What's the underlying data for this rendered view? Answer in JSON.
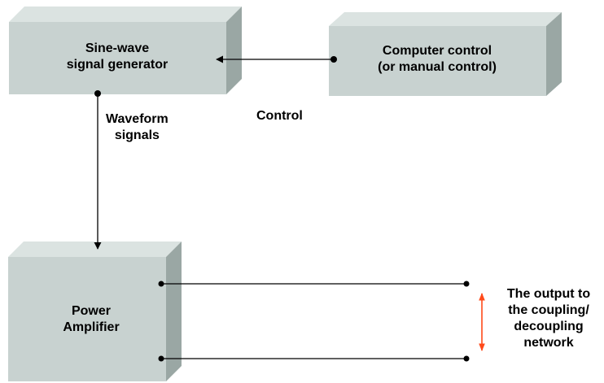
{
  "boxes": {
    "sine_generator": {
      "line1": "Sine-wave",
      "line2": "signal generator"
    },
    "computer_control": {
      "line1": "Computer control",
      "line2": "(or manual control)"
    },
    "power_amplifier": {
      "line1": "Power",
      "line2": "Amplifier"
    }
  },
  "labels": {
    "control": "Control",
    "waveform": {
      "line1": "Waveform",
      "line2": "signals"
    },
    "output": {
      "line1": "The output to",
      "line2": "the coupling/",
      "line3": "decoupling",
      "line4": "network"
    }
  },
  "colors": {
    "box_front": "#c8d2d0",
    "box_top": "#dbe3e1",
    "box_side": "#9aa7a4",
    "line": "#000000",
    "output_arrow": "#ff4a1a"
  }
}
